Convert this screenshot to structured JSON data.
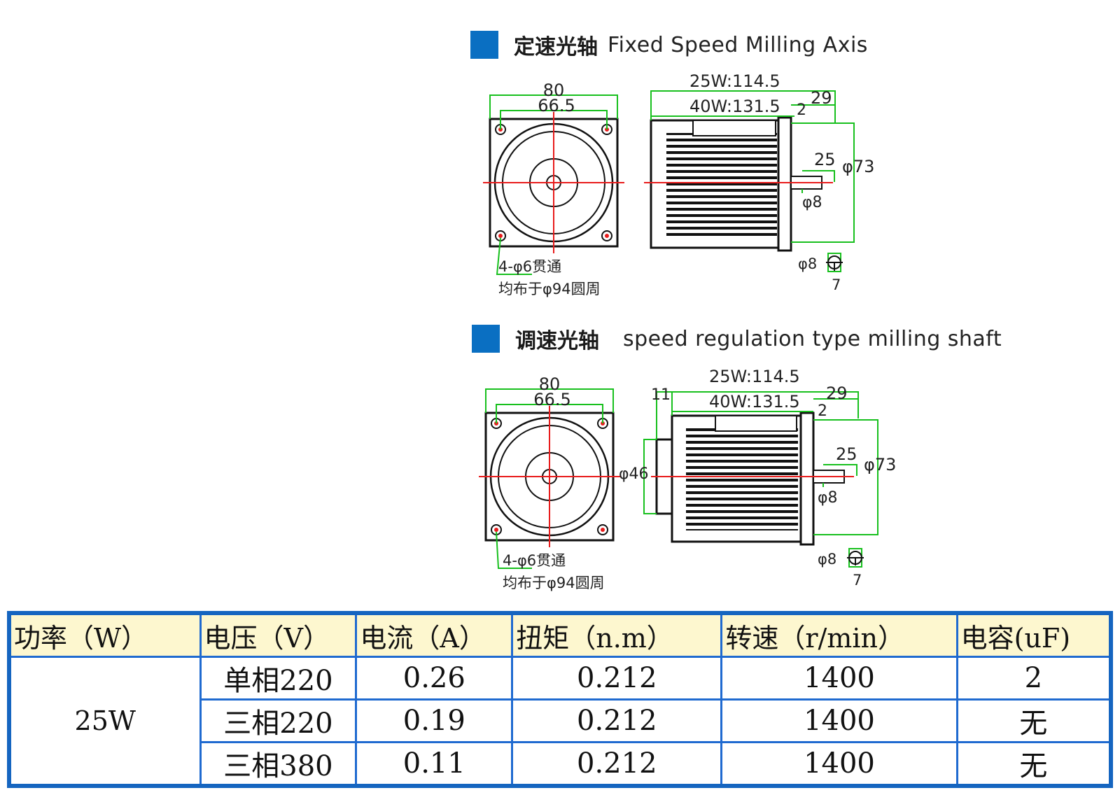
{
  "section1": {
    "title_zh": "定速光轴",
    "title_en": "Fixed Speed Milling Axis",
    "front_dims": {
      "outer": "80",
      "inner": "66.5",
      "hole_note_1": "4-φ6贯通",
      "hole_note_2": "均布于φ94圆周"
    },
    "side_dims": {
      "len_25w": "25W:114.5",
      "len_40w": "40W:131.5",
      "shaft_total": "29",
      "flange": "2",
      "shaft_len": "25",
      "body_dia": "φ73",
      "shaft_dia": "φ8",
      "key_dia": "φ8",
      "key_width": "7"
    }
  },
  "section2": {
    "title_zh": "调速光轴",
    "title_en": "speed regulation type milling shaft",
    "front_dims": {
      "outer": "80",
      "inner": "66.5",
      "hole_note_1": "4-φ6贯通",
      "hole_note_2": "均布于φ94圆周"
    },
    "side_dims": {
      "rear": "11",
      "len_25w": "25W:114.5",
      "len_40w": "40W:131.5",
      "shaft_total": "29",
      "flange": "2",
      "shaft_len": "25",
      "body_dia": "φ73",
      "rear_dia": "φ46",
      "shaft_dia": "φ8",
      "key_dia": "φ8",
      "key_width": "7"
    }
  },
  "table": {
    "headers": [
      "功率（W）",
      "电压（V）",
      "电流（A）",
      "扭矩（n.m）",
      "转速（r/min）",
      "电容(uF)"
    ],
    "power": "25W",
    "rows": [
      {
        "voltage": "单相220",
        "current": "0.26",
        "torque": "0.212",
        "speed": "1400",
        "capacitor": "2"
      },
      {
        "voltage": "三相220",
        "current": "0.19",
        "torque": "0.212",
        "speed": "1400",
        "capacitor": "无"
      },
      {
        "voltage": "三相380",
        "current": "0.11",
        "torque": "0.212",
        "speed": "1400",
        "capacitor": "无"
      }
    ]
  },
  "colors": {
    "marker": "#0a6fc2",
    "dimension": "#18c01e",
    "centerline": "#e81c1c",
    "table_border": "#1f6ad0",
    "header_bg": "#fdf7cf"
  }
}
